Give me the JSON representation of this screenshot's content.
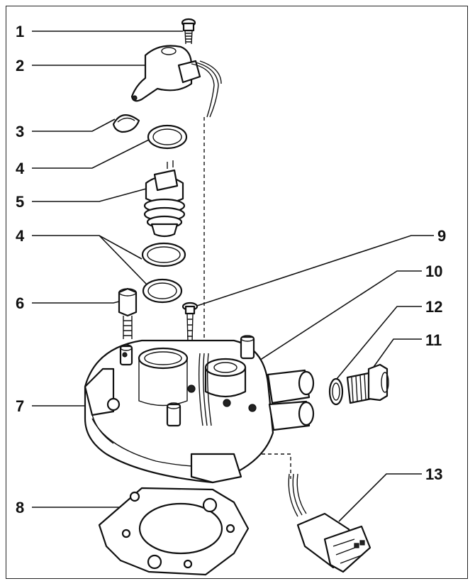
{
  "callouts": [
    {
      "id": "1",
      "text": "1"
    },
    {
      "id": "2",
      "text": "2"
    },
    {
      "id": "3",
      "text": "3"
    },
    {
      "id": "4a",
      "text": "4"
    },
    {
      "id": "5",
      "text": "5"
    },
    {
      "id": "4b",
      "text": "4"
    },
    {
      "id": "6",
      "text": "6"
    },
    {
      "id": "7",
      "text": "7"
    },
    {
      "id": "8",
      "text": "8"
    },
    {
      "id": "9",
      "text": "9"
    },
    {
      "id": "10",
      "text": "10"
    },
    {
      "id": "12",
      "text": "12"
    },
    {
      "id": "11",
      "text": "11"
    },
    {
      "id": "13",
      "text": "13"
    }
  ]
}
